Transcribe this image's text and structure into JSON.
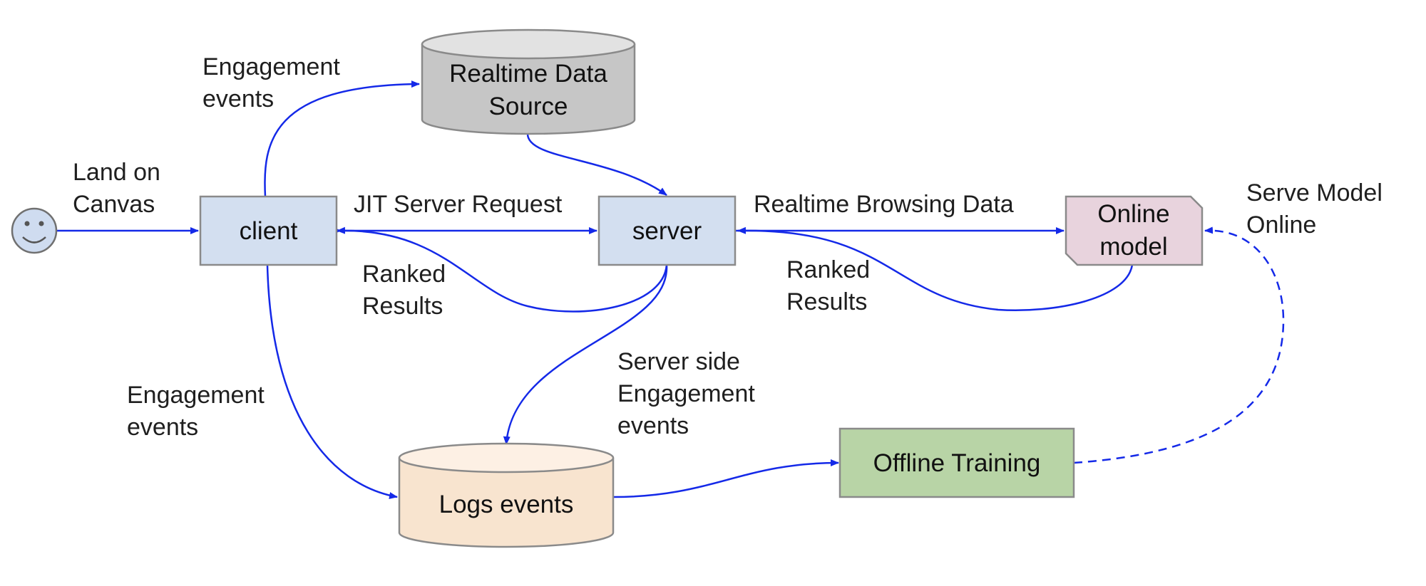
{
  "nodes": {
    "client": "client",
    "server": "server",
    "realtime_source": [
      "Realtime Data",
      "Source"
    ],
    "online_model": [
      "Online",
      "model"
    ],
    "logs_events": "Logs events",
    "offline_training": "Offline Training"
  },
  "labels": {
    "engagement_top": [
      "Engagement",
      "events"
    ],
    "land_on_canvas": [
      "Land on",
      "Canvas"
    ],
    "jit_request": "JIT Server Request",
    "ranked_results_left": [
      "Ranked",
      "Results"
    ],
    "realtime_browsing": "Realtime Browsing Data",
    "ranked_results_right": [
      "Ranked",
      "Results"
    ],
    "serve_model_online": [
      "Serve Model",
      "Online"
    ],
    "engagement_left": [
      "Engagement",
      "events"
    ],
    "server_side": [
      "Server side",
      "Engagement",
      "events"
    ]
  },
  "colors": {
    "arrow": "#1429e8",
    "client_fill": "#d3dff0",
    "server_fill": "#d3dff0",
    "realtime_fill": "#c6c6c6",
    "online_fill": "#e8d3dd",
    "logs_fill": "#f8e4cf",
    "offline_fill": "#b8d4a6",
    "user_fill": "#cfdcf0"
  }
}
